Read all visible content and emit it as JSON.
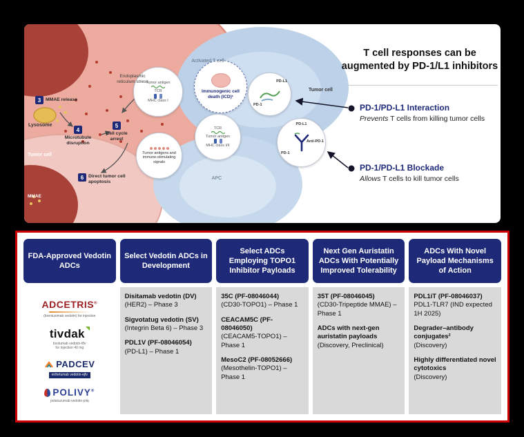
{
  "colors": {
    "navy": "#1e2a78",
    "red_border": "#cc0000",
    "tumor_pink": "#ecab9e",
    "tcell_blue": "#bdd2e8"
  },
  "top_panel": {
    "title": "T cell responses can be augmented by PD-1/L1 inhibitors",
    "callouts": [
      {
        "heading": "PD-1/PD-L1 Interaction",
        "lead": "Prevents",
        "rest": " T cells from killing tumor cells"
      },
      {
        "heading": "PD-1/PD-L1 Blockade",
        "lead": "Allows",
        "rest": " T cells to kill tumor cells"
      }
    ],
    "diagram": {
      "activated_t_cell": "Activated T cell",
      "apc_label": "APC",
      "tumor_cell_left": "Tumor cell",
      "tumor_cell_right": "Tumor cell",
      "lysosome_label": "Lysosome",
      "mmae_label": "MMAE",
      "er_stress": "Endoplasmic reticulum stress",
      "steps": [
        {
          "num": "3",
          "label": "MMAE release"
        },
        {
          "num": "4",
          "label": "Microtubule disruption"
        },
        {
          "num": "5",
          "label": "Cell cycle arrest"
        },
        {
          "num": "6",
          "label": "Direct tumor cell apoptosis"
        }
      ],
      "circle_antigen": {
        "top": "Tumor antigen",
        "mid": "TCR",
        "bottom": "MHC class I"
      },
      "circle_icd": {
        "label": "Immunogenic cell death (ICD)¹"
      },
      "circle_tcr": {
        "top": "TCR",
        "mid": "Tumor antigen",
        "bottom": "MHC class I/II"
      },
      "circle_signals": {
        "label": "Tumor antigens and immune-stimulating signals"
      },
      "circle_interaction": {
        "pd1": "PD-1",
        "pdl1": "PD-L1"
      },
      "circle_blockade": {
        "pdl1": "PD-L1",
        "anti_pd1": "Anti-PD-1",
        "pd1": "PD-1"
      }
    }
  },
  "pipeline": {
    "columns": [
      {
        "header": "FDA-Approved Vedotin ADCs",
        "logos": [
          {
            "name": "ADCETRIS",
            "reg": "®",
            "sub": "(brentuximab vedotin) for injection"
          },
          {
            "name": "tivdak",
            "sub": "tisotumab vedotin-tftv",
            "sub2": "for injection 40 mg"
          },
          {
            "name": "PADCEV",
            "sub": "enfortumab vedotin-ejfv"
          },
          {
            "name": "POLIVY",
            "reg": "®",
            "sub": "polatuzumab vedotin-piiq"
          }
        ]
      },
      {
        "header": "Select Vedotin ADCs in Development",
        "entries": [
          {
            "name": "Disitamab vedotin (DV)",
            "detail": "(HER2) – Phase 3"
          },
          {
            "name": "Sigvotatug vedotin (SV)",
            "detail": "(Integrin Beta 6) – Phase 3"
          },
          {
            "name": "PDL1V (PF-08046054)",
            "detail": "(PD-L1) – Phase 1"
          }
        ]
      },
      {
        "header": "Select ADCs Employing TOPO1 Inhibitor Payloads",
        "entries": [
          {
            "name": "35C (PF-08046044)",
            "detail": "(CD30-TOPO1) – Phase 1"
          },
          {
            "name": "CEACAM5C (PF-08046050)",
            "detail": "(CEACAM5-TOPO1) – Phase 1"
          },
          {
            "name": "MesoC2 (PF-08052666)",
            "detail": "(Mesothelin-TOPO1) – Phase 1"
          }
        ]
      },
      {
        "header": "Next Gen Auristatin ADCs With Potentially Improved Tolerability",
        "entries": [
          {
            "name": "35T (PF-08046045)",
            "detail": "(CD30-Tripeptide MMAE) – Phase 1"
          },
          {
            "name": "ADCs with next-gen auristatin payloads",
            "detail": "(Discovery, Preclinical)"
          }
        ]
      },
      {
        "header": "ADCs With Novel Payload Mechanisms of Action",
        "entries": [
          {
            "name": "PDL1iT (PF-08046037)",
            "detail": "PDL1-TLR7 (IND expected 1H 2025)"
          },
          {
            "name": "Degrader–antibody conjugates²",
            "detail": "(Discovery)"
          },
          {
            "name": "Highly differentiated novel cytotoxics",
            "detail": "(Discovery)"
          }
        ]
      }
    ]
  }
}
